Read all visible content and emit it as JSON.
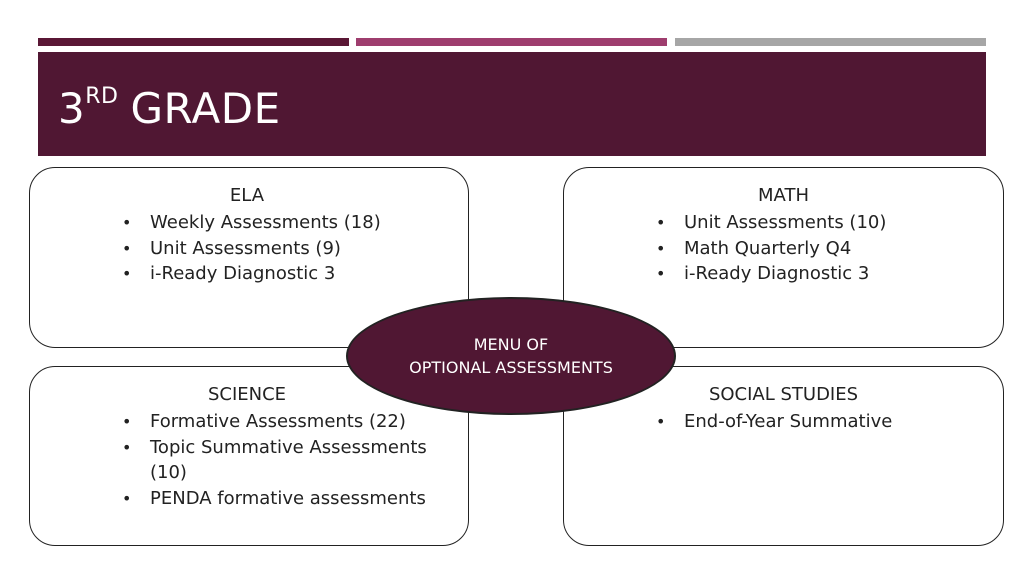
{
  "colors": {
    "bar_1": "#5a1735",
    "bar_2": "#9e3d6e",
    "bar_3": "#a6a6a6",
    "title_band": "#501733",
    "oval": "#501733"
  },
  "slide": {
    "title_number": "3",
    "title_superscript": "RD",
    "title_word": "GRADE"
  },
  "center": {
    "line1": "MENU OF",
    "line2": "OPTIONAL ASSESSMENTS"
  },
  "cards": {
    "ela": {
      "title": "ELA",
      "items": [
        "Weekly Assessments (18)",
        "Unit Assessments (9)",
        "i-Ready Diagnostic 3"
      ]
    },
    "math": {
      "title": "MATH",
      "items": [
        "Unit Assessments (10)",
        "Math Quarterly Q4",
        "i-Ready Diagnostic 3"
      ]
    },
    "science": {
      "title": "SCIENCE",
      "items": [
        "Formative Assessments (22)",
        "Topic Summative Assessments (10)",
        "PENDA formative assessments"
      ]
    },
    "social_studies": {
      "title": "SOCIAL STUDIES",
      "items": [
        "End-of-Year Summative"
      ]
    }
  },
  "bullet_glyph": "•"
}
